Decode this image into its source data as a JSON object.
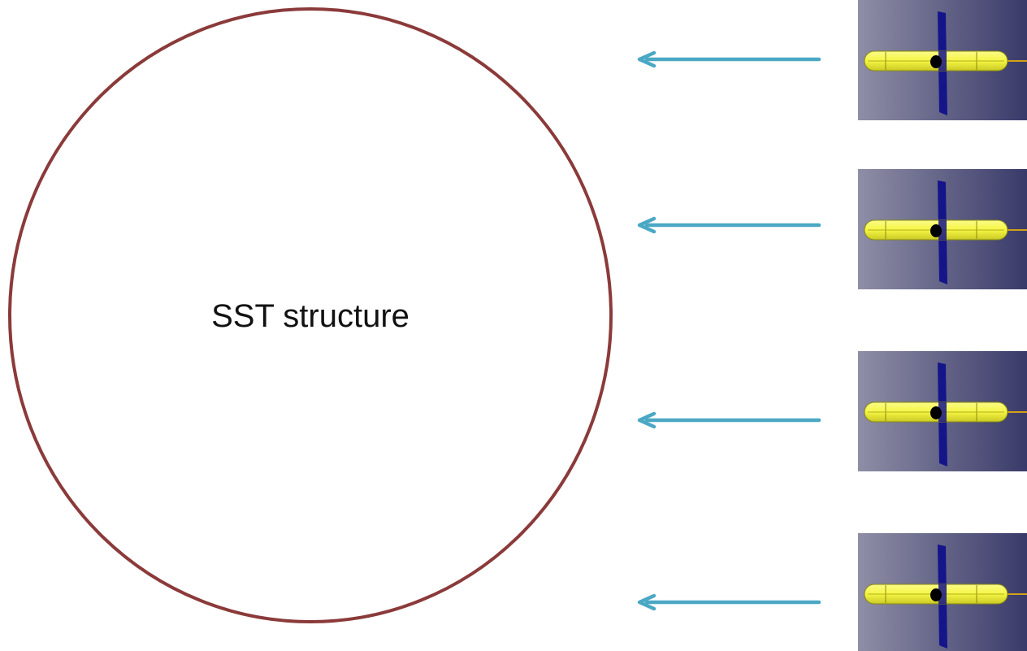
{
  "structure": {
    "label": "SST structure",
    "outline_color": "#8b3a3a"
  },
  "arrow_color": "#4aa8c4",
  "panel_gradient": {
    "light": "#8e8ea6",
    "dark": "#3a3a6a"
  },
  "vehicle": {
    "body_color": "#f5f542",
    "fin_color": "#15158a",
    "hub_color": "#000000",
    "tail_color": "#d4a017"
  },
  "approaches": [
    {
      "id": "vehicle-1",
      "icon": "glider-icon"
    },
    {
      "id": "vehicle-2",
      "icon": "glider-icon"
    },
    {
      "id": "vehicle-3",
      "icon": "glider-icon"
    },
    {
      "id": "vehicle-4",
      "icon": "glider-icon"
    }
  ]
}
